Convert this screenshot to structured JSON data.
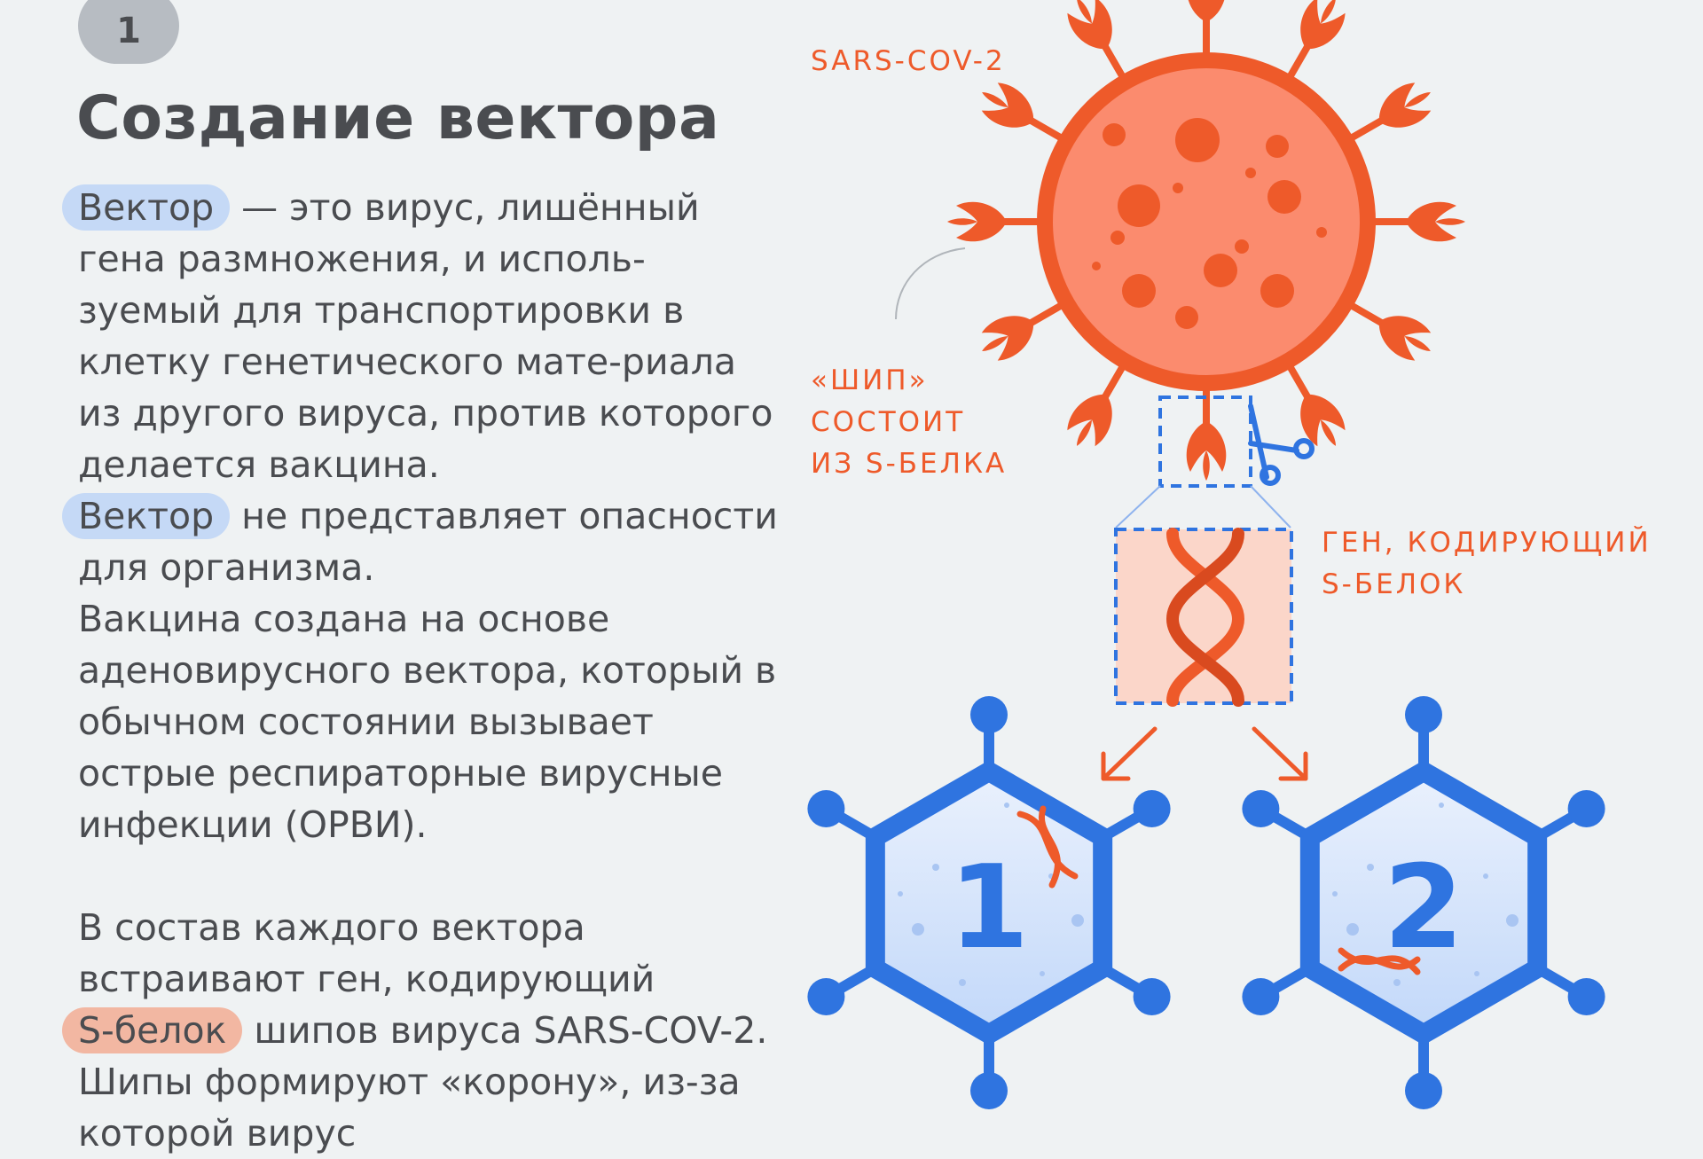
{
  "step": {
    "number": "1"
  },
  "title": "Создание вектора",
  "text": {
    "vector_word": "Вектор",
    "p1_rest": " — это вирус, лишённый гена размножения, и исполь-зуемый для транспортировки в клетку генетического мате-риала из другого вируса, против которого делается вакцина.",
    "p2_rest": " не представляет опасности для организма.",
    "p3": "Вакцина создана на основе аденовирусного вектора, который в обычном состоянии вызывает острые респираторные вирусные инфекции (ОРВИ).",
    "p4_start": "В состав каждого вектора встраивают ген, кодирующий",
    "s_protein": "S-белок",
    "p4_rest": " шипов вируса SARS-COV-2. Шипы формируют «корону», из-за которой вирус"
  },
  "diagram": {
    "sars_label": "SARS-COV-2",
    "spike_label": [
      "«ШИП»",
      "СОСТОИТ",
      "ИЗ S-БЕЛКА"
    ],
    "gene_label": [
      "ГЕН, КОДИРУЮЩИЙ",
      "S-БЕЛОК"
    ],
    "vector_1": "1",
    "vector_2": "2"
  },
  "colors": {
    "virus_orange": "#ee5a2a",
    "virus_fill": "#fb8b6e",
    "vector_blue": "#2f74e0",
    "vector_fill": "#dce8fb",
    "highlight_blue": "#c5d9f6",
    "highlight_red": "#f2b7a2",
    "background": "#eff2f3"
  },
  "icons": [
    "scissors-icon",
    "dna-helix-icon",
    "arrow-down-left-icon",
    "arrow-down-right-icon"
  ]
}
